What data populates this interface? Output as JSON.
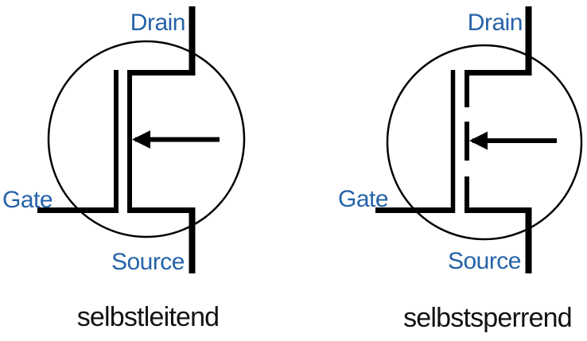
{
  "diagram": {
    "background": "#ffffff",
    "colors": {
      "terminal_label": "#2563a8",
      "caption": "#121212",
      "line": "#000000"
    },
    "left_symbol": {
      "drain_label": "Drain",
      "gate_label": "Gate",
      "source_label": "Source",
      "caption": "selbstleitend",
      "channel_style": "solid"
    },
    "right_symbol": {
      "drain_label": "Drain",
      "gate_label": "Gate",
      "source_label": "Source",
      "caption": "selbstsperrend",
      "channel_style": "dashed"
    }
  }
}
